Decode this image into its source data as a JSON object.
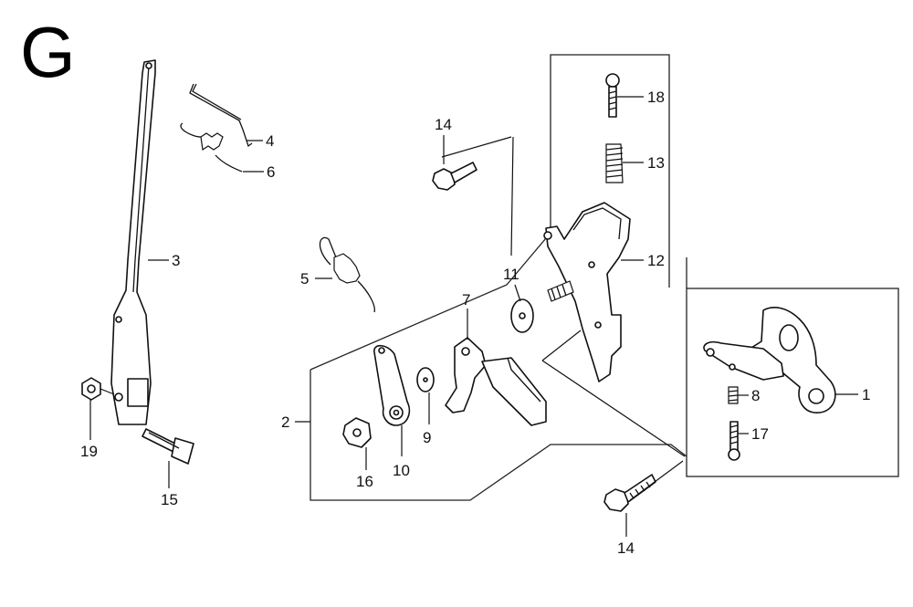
{
  "section_letter": "G",
  "callouts": {
    "c1": "1",
    "c2": "2",
    "c3": "3",
    "c4": "4",
    "c5": "5",
    "c6": "6",
    "c7": "7",
    "c8": "8",
    "c9": "9",
    "c10": "10",
    "c11": "11",
    "c12": "12",
    "c13": "13",
    "c14a": "14",
    "c14b": "14",
    "c15": "15",
    "c16": "16",
    "c17": "17",
    "c18": "18",
    "c19": "19"
  }
}
